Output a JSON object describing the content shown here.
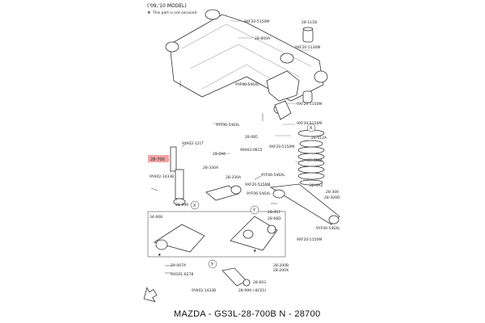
{
  "header": {
    "model": "('09,'10 MODEL)",
    "legend_text": "This part is not serviced"
  },
  "callouts": {
    "c1": "9XF20-5150M",
    "c2": "28-111B",
    "c3": "28-800A",
    "c4": "9XF20-5130M",
    "c5": "9YF06-546XL",
    "c6": "9XF20-5150M",
    "c7": "9XF30-5150M",
    "c8": "9YF06-546XL",
    "c9": "28-085",
    "c10": "28-012A",
    "c11": "9YA02-121T",
    "c12": "99463-0815",
    "c13": "9XF20-5150M",
    "c14": "28-700",
    "c15": "28-2A0",
    "c16": "28-330A",
    "c17": "28-010A",
    "c18": "9YA02-1433B",
    "c19": "28-330A",
    "c20": "9YF06-546XL",
    "c21": "9XF20-5150M",
    "c22": "9YF06-546XL",
    "c23": "28-0A3",
    "c24": "28-300",
    "c25": "28-300D",
    "c26": "28-999",
    "c27": "34-668",
    "c28": "28-457",
    "c29": "28-66D",
    "c30": "9YF06-546XL",
    "c31": "9XF20-5150M",
    "c32": "39-067A",
    "c33": "9XG01-6278",
    "c34": "28-200B",
    "c35": "28-200X",
    "c36": "28-603",
    "c37": "9YA02-1433B",
    "c38": "28-999 (-8C01)"
  },
  "markers": {
    "x": "X",
    "y": "Y",
    "star": "★"
  },
  "caption": "MAZDA - GS3L-28-700B    N - 28700"
}
